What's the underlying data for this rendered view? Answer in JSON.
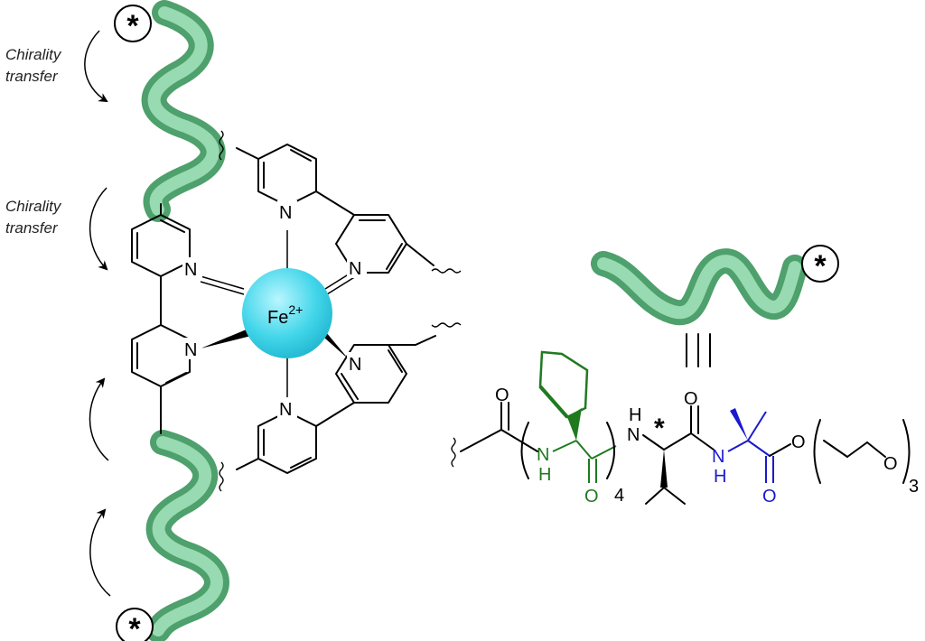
{
  "labels": {
    "chirality_top": [
      "Chirality",
      "transfer"
    ],
    "chirality_mid": [
      "Chirality",
      "transfer"
    ],
    "metal": "Fe",
    "metal_charge": "2+",
    "asterisk": "*",
    "equivalent": "≡"
  },
  "atoms": {
    "N": "N",
    "O": "O",
    "H": "H",
    "NH": "NH",
    "HN_top": "H",
    "repeat_a": "4",
    "repeat_b": "3"
  },
  "colors": {
    "helix": "#7fcf9c",
    "helix_dark": "#4ea06c",
    "metal": "#3fd8e8",
    "green_residue": "#1f7a1f",
    "blue_residue": "#1a1acc",
    "ink": "#000000"
  },
  "icons": {
    "helix": "helix-icon",
    "asterisk_circle": "chiral-marker-icon",
    "arrow": "curved-arrow-icon"
  }
}
